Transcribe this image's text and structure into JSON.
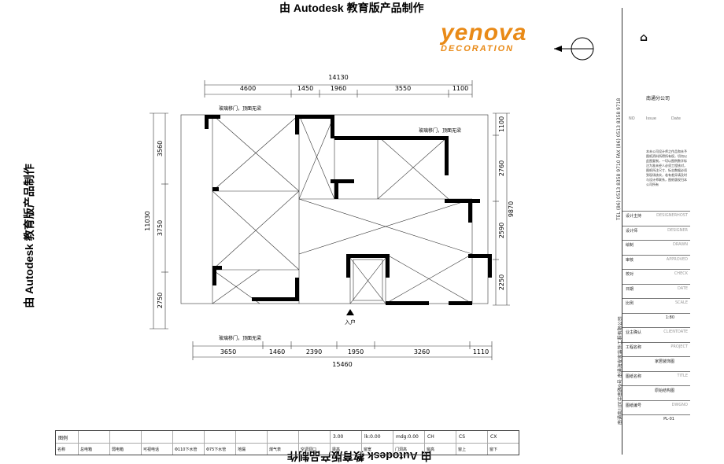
{
  "watermark": "由 Autodesk 教育版产品制作",
  "logo": {
    "name": "yenova",
    "tagline": "DECORATION"
  },
  "plan": {
    "top_dims": [
      "4600",
      "1450",
      "1960",
      "3550",
      "1100"
    ],
    "top_total": "14130",
    "bottom_dims": [
      "3650",
      "1460",
      "2390",
      "1950",
      "3260",
      "1110"
    ],
    "bottom_total": "15460",
    "left_dims": [
      "3560",
      "3750",
      "2750"
    ],
    "left_total": "11030",
    "right_dims": [
      "1100",
      "2760",
      "2590",
      "2250"
    ],
    "right_total": "9870",
    "note_top": "玻璃移门，顶面无梁",
    "note_top_right": "玻璃移门，顶面无梁",
    "note_bottom": "玻璃移门，顶面无梁",
    "entrance": "入户"
  },
  "title_block": {
    "company": "南通分公司",
    "no_label": "NO",
    "issue_label": "Issue",
    "date_label": "Date",
    "note": "本未公司设计师之作品和未予图纸资料所得所有权，切勿以此图复制，一切以图例数字标注为准未经人必须工程核对，图纸所注尺寸、标志数据必须到现场核实，若有差异请及时与设计师联系，图纸版权归本公司所有",
    "phone": "TEL (86) 0513 8358 9710   FAX (86) 0513 8358 9718",
    "address": "南通崇川区中南路9号 南通海安家装饰工程有限公司",
    "rows": [
      {
        "label": "设计主持",
        "en": "DESIGNERHOST"
      },
      {
        "label": "设计师",
        "en": "DESIGNER"
      },
      {
        "label": "绘制",
        "en": "DRAWN"
      },
      {
        "label": "审核",
        "en": "APPROVED"
      },
      {
        "label": "校对",
        "en": "CHECK"
      },
      {
        "label": "日期",
        "en": "DATE"
      },
      {
        "label": "比例",
        "en": "SCALE"
      },
      {
        "label": "",
        "en": "1:80"
      },
      {
        "label": "业主确认",
        "en": "CLIENTDATE"
      },
      {
        "label": "工程名称",
        "en": "PROJECT"
      },
      {
        "label": "",
        "en": "家居装饰图"
      },
      {
        "label": "图纸名称",
        "en": "TITLE"
      },
      {
        "label": "",
        "en": "原始结构图"
      },
      {
        "label": "图纸编号",
        "en": "DWGNO"
      },
      {
        "label": "",
        "en": "PL-01"
      }
    ]
  },
  "legend": {
    "label_top": "图例",
    "label_bottom": "名称",
    "items": [
      {
        "name": "总电箱",
        "val": ""
      },
      {
        "name": "弱电箱",
        "val": ""
      },
      {
        "name": "可视电话",
        "val": ""
      },
      {
        "name": "Φ110下水管",
        "val": ""
      },
      {
        "name": "Φ75下水管",
        "val": ""
      },
      {
        "name": "地漏",
        "val": ""
      },
      {
        "name": "煤气表",
        "val": ""
      },
      {
        "name": "空调洞口",
        "val": ""
      },
      {
        "name": "梁高",
        "val": "3.00"
      },
      {
        "name": "窗宽",
        "val": "lk:0.00"
      },
      {
        "name": "门洞高",
        "val": "mdg:0.00"
      },
      {
        "name": "窗高",
        "val": "CH"
      },
      {
        "name": "窗上",
        "val": "CS"
      },
      {
        "name": "窗下",
        "val": "CX"
      }
    ]
  }
}
